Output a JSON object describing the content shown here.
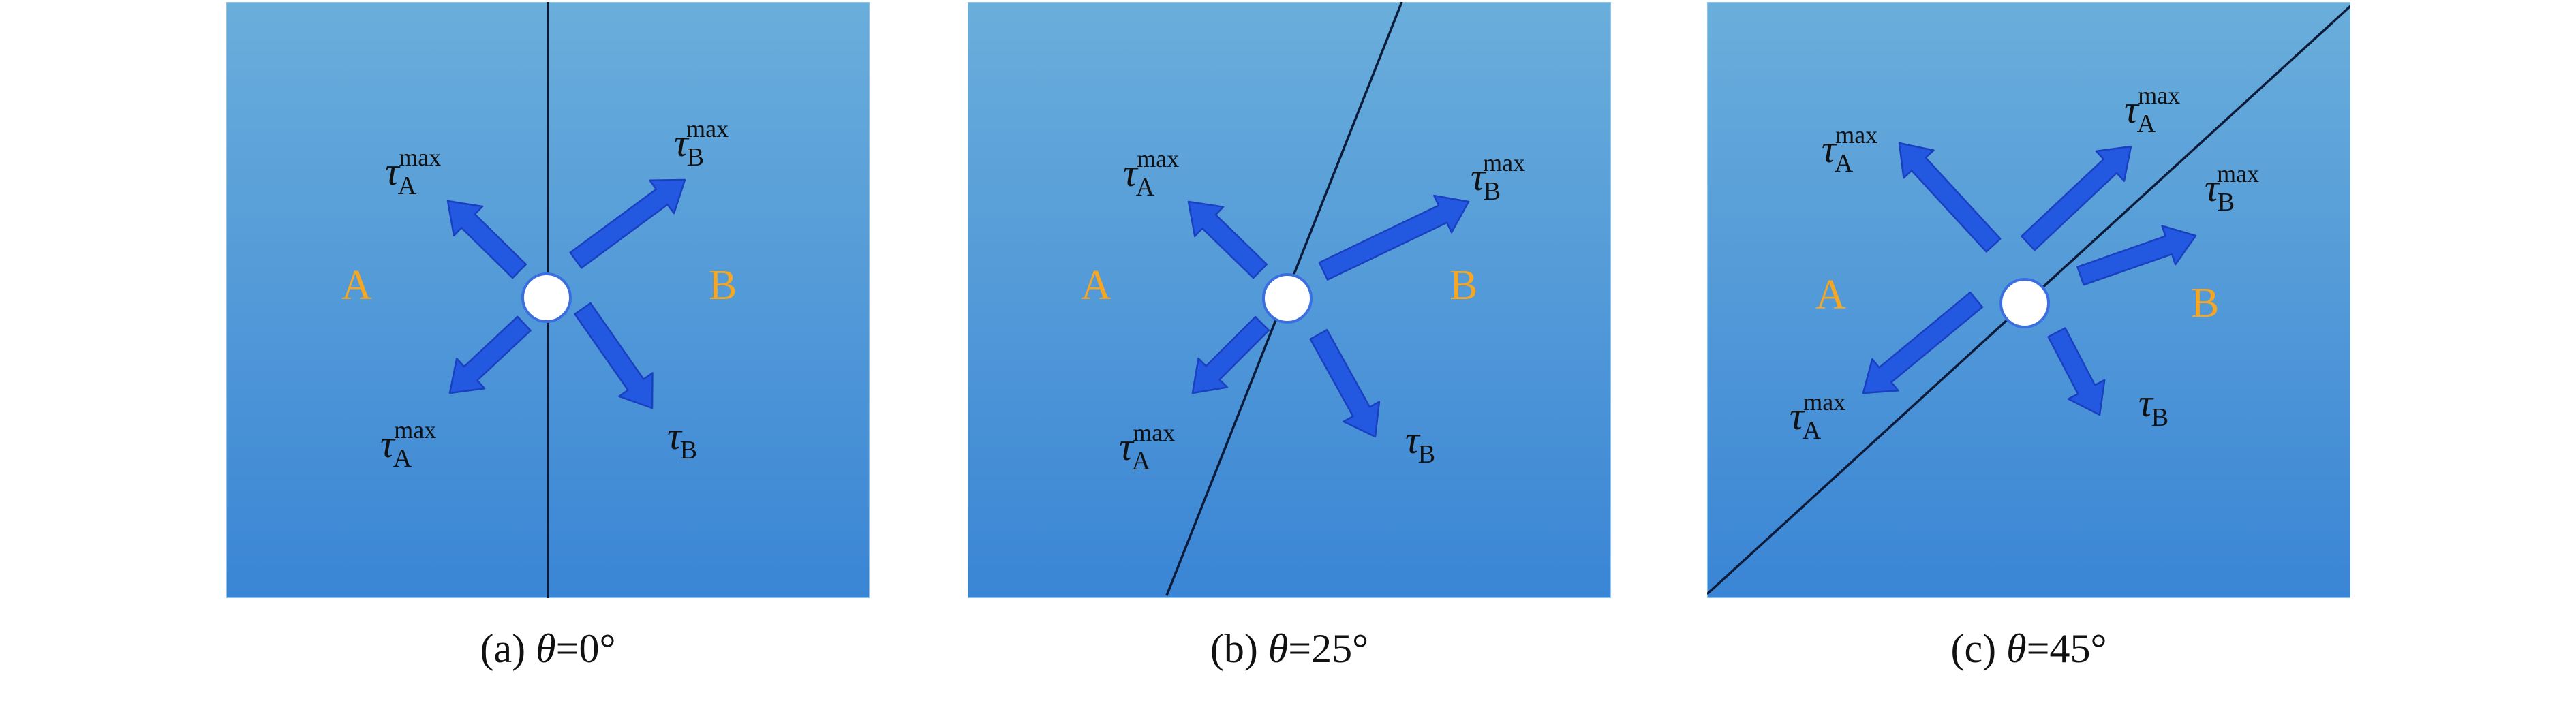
{
  "colors": {
    "bg_top": "#6aaedb",
    "bg_bottom": "#3a85d5",
    "arrow": "#2259e0",
    "arrow_edge": "#1a3fc0",
    "region_label": "#f5a623",
    "interface_line": "#0d1b3a"
  },
  "panels": [
    {
      "id": "a",
      "caption": {
        "prefix": "(a) ",
        "symbol": "θ",
        "value": "=0°"
      },
      "interface_angle_deg": 0,
      "regions": [
        "A",
        "B"
      ],
      "labels": [
        {
          "symbol": "τ",
          "sub": "A",
          "sup": "max"
        },
        {
          "symbol": "τ",
          "sub": "B",
          "sup": "max"
        },
        {
          "symbol": "τ",
          "sub": "A",
          "sup": "max"
        },
        {
          "symbol": "τ",
          "sub": "B",
          "sup": ""
        }
      ]
    },
    {
      "id": "b",
      "caption": {
        "prefix": "(b) ",
        "symbol": "θ",
        "value": "=25°"
      },
      "interface_angle_deg": 25,
      "regions": [
        "A",
        "B"
      ],
      "labels": [
        {
          "symbol": "τ",
          "sub": "A",
          "sup": "max"
        },
        {
          "symbol": "τ",
          "sub": "B",
          "sup": "max"
        },
        {
          "symbol": "τ",
          "sub": "A",
          "sup": "max"
        },
        {
          "symbol": "τ",
          "sub": "B",
          "sup": ""
        }
      ]
    },
    {
      "id": "c",
      "caption": {
        "prefix": "(c) ",
        "symbol": "θ",
        "value": "=45°"
      },
      "interface_angle_deg": 45,
      "regions": [
        "A",
        "B"
      ],
      "labels": [
        {
          "symbol": "τ",
          "sub": "A",
          "sup": "max"
        },
        {
          "symbol": "τ",
          "sub": "A",
          "sup": "max"
        },
        {
          "symbol": "τ",
          "sub": "B",
          "sup": "max"
        },
        {
          "symbol": "τ",
          "sub": "A",
          "sup": "max"
        },
        {
          "symbol": "τ",
          "sub": "B",
          "sup": ""
        }
      ]
    }
  ]
}
